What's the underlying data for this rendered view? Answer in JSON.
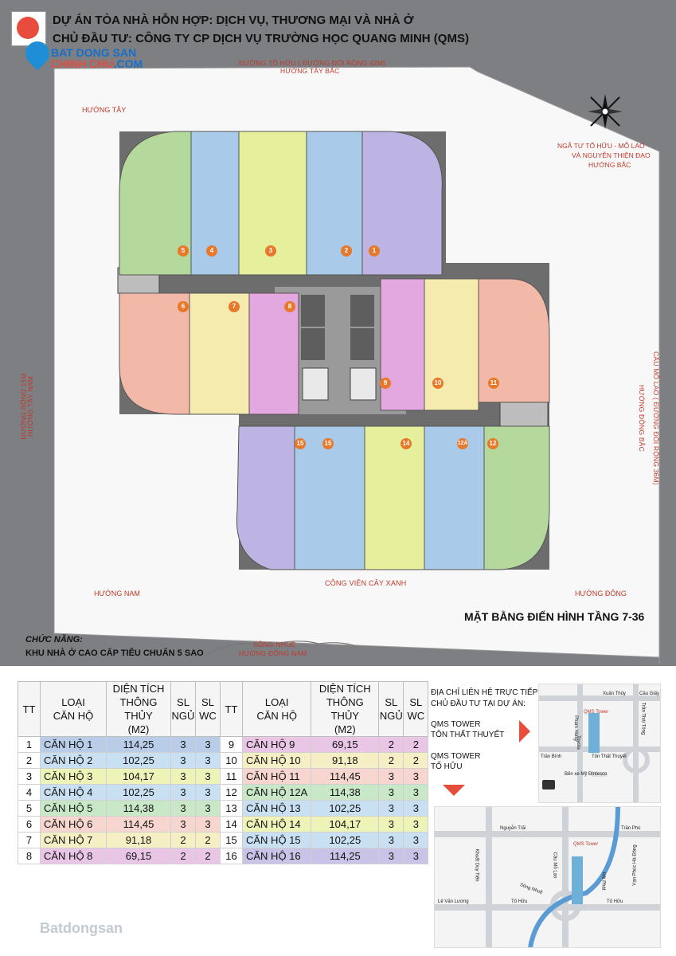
{
  "header": {
    "line1": "DỰ ÁN TÒA NHÀ HỖN HỢP: DỊCH VỤ, THƯƠNG MẠI VÀ NHÀ Ở",
    "line2": "CHỦ ĐẦU TƯ: CÔNG TY CP DỊCH VỤ TRƯỜNG HỌC QUANG MINH (QMS)",
    "logo_top": "BAT DONG SAN",
    "logo_bottom": "CHINH CHU",
    "logo_suffix": ".COM"
  },
  "site": {
    "road_north_1": "ĐƯỜNG TỐ HỮU ( ĐƯỜNG ĐỐI RỘNG 42M)",
    "road_north_2": "HƯỚNG TÂY BẮC",
    "dir_west": "HƯỚNG TÂY",
    "intersection_1": "NGÃ TƯ TỐ HỮU - MỖ LAO",
    "intersection_2": "VÀ NGUYỄN THIỆN ĐẠO",
    "intersection_3": "HƯỚNG BẮC",
    "road_west_1": "ĐƯỜNG RỘNG 15M",
    "road_west_2": "HƯỚNG TÂY NAM",
    "road_east_1": "CẦU MỖ LAO ( ĐƯỜNG ĐỐI RỘNG 36M)",
    "road_east_2": "HƯỚNG ĐÔNG BẮC",
    "park": "CÔNG VIÊN CÂY XANH",
    "dir_south": "HƯỚNG NAM",
    "dir_east": "HƯỚNG ĐÔNG",
    "river_1": "SÔNG NHUỆ",
    "river_2": "HƯỚNG ĐÔNG NAM",
    "floor_plan_title": "MẶT BẰNG ĐIỂN HÌNH TẦNG 7-36",
    "function_label": "CHỨC NĂNG:",
    "function_value": "KHU NHÀ Ở CAO CẤP TIÊU CHUẨN 5 SAO",
    "unit_numbers": [
      "1",
      "2",
      "3",
      "4",
      "5",
      "6",
      "7",
      "8",
      "9",
      "10",
      "11",
      "12",
      "12A",
      "14",
      "15",
      "15"
    ]
  },
  "table": {
    "headers": {
      "tt": "TT",
      "type_1": "LOẠI",
      "type_2": "CĂN HỘ",
      "area_1": "DIỆN TÍCH",
      "area_2": "THÔNG THỦY",
      "area_3": "(M2)",
      "beds_1": "SL",
      "beds_2": "NGỦ",
      "wc_1": "SL",
      "wc_2": "WC"
    },
    "left_rows": [
      {
        "tt": "1",
        "name": "CĂN HỘ 1",
        "area": "114,25",
        "beds": "3",
        "wc": "3",
        "color": "#b9cce8"
      },
      {
        "tt": "2",
        "name": "CĂN HỘ 2",
        "area": "102,25",
        "beds": "3",
        "wc": "3",
        "color": "#c8e0f2"
      },
      {
        "tt": "3",
        "name": "CĂN HỘ 3",
        "area": "104,17",
        "beds": "3",
        "wc": "3",
        "color": "#eef3b8"
      },
      {
        "tt": "4",
        "name": "CĂN HỘ 4",
        "area": "102,25",
        "beds": "3",
        "wc": "3",
        "color": "#c8e0f2"
      },
      {
        "tt": "5",
        "name": "CĂN HỘ 5",
        "area": "114,38",
        "beds": "3",
        "wc": "3",
        "color": "#c8e8c8"
      },
      {
        "tt": "6",
        "name": "CĂN HỘ 6",
        "area": "114,45",
        "beds": "3",
        "wc": "3",
        "color": "#f6d6cf"
      },
      {
        "tt": "7",
        "name": "CĂN HỘ 7",
        "area": "91,18",
        "beds": "2",
        "wc": "2",
        "color": "#f6efc6"
      },
      {
        "tt": "8",
        "name": "CĂN HỘ 8",
        "area": "69,15",
        "beds": "2",
        "wc": "2",
        "color": "#e9c6e6"
      }
    ],
    "right_rows": [
      {
        "tt": "9",
        "name": "CĂN HỘ 9",
        "area": "69,15",
        "beds": "2",
        "wc": "2",
        "color": "#e9c6e6"
      },
      {
        "tt": "10",
        "name": "CĂN HỘ 10",
        "area": "91,18",
        "beds": "2",
        "wc": "2",
        "color": "#f6efc6"
      },
      {
        "tt": "11",
        "name": "CĂN HỘ 11",
        "area": "114,45",
        "beds": "3",
        "wc": "3",
        "color": "#f6d6cf"
      },
      {
        "tt": "12",
        "name": "CĂN HỘ 12A",
        "area": "114,38",
        "beds": "3",
        "wc": "3",
        "color": "#c8e8c8"
      },
      {
        "tt": "13",
        "name": "CĂN HỘ 13",
        "area": "102,25",
        "beds": "3",
        "wc": "3",
        "color": "#c8e0f2"
      },
      {
        "tt": "14",
        "name": "CĂN HỘ 14",
        "area": "104,17",
        "beds": "3",
        "wc": "3",
        "color": "#eef3b8"
      },
      {
        "tt": "15",
        "name": "CĂN HỘ 15",
        "area": "102,25",
        "beds": "3",
        "wc": "3",
        "color": "#c8e0f2"
      },
      {
        "tt": "16",
        "name": "CĂN HỘ 16",
        "area": "114,25",
        "beds": "3",
        "wc": "3",
        "color": "#c9c3e8"
      }
    ]
  },
  "contact": {
    "line1": "ĐỊA CHỈ LIÊN HỆ TRỰC TIẾP",
    "line2": "CHỦ ĐẦU TƯ TẠI DỰ ÁN:",
    "office1_a": "QMS TOWER",
    "office1_b": "TÔN THẤT THUYẾT",
    "office2_a": "QMS TOWER",
    "office2_b": "TỐ HỮU"
  },
  "map1": {
    "xuan_thuy": "Xuân Thủy",
    "cau_giay": "Cầu Giấy",
    "tower": "QMS Tower",
    "pham_hung": "Phạm Hùng",
    "toyota": "Toyota",
    "ton_that_thuyet": "Tôn Thất Thuyết",
    "tran_binh": "Trần Bình",
    "ben_xe": "Bến xe Mỹ Đình",
    "intesco": "Intesco",
    "tran_thai_tong": "Trần Thái Tông"
  },
  "map2": {
    "nguyen_trai": "Nguyễn Trãi",
    "tran_phu": "Trần Phú",
    "tower": "QMS Tower",
    "song_nhue": "Sông Nhuệ",
    "khuat_duy_tien": "Khuất Duy Tiến",
    "cau_mo_lao": "Cầu Mỗ Lao",
    "van_phuc": "Vạn Phúc Hà Đông",
    "hai_phat": "Hải Phát",
    "le_van_luong": "Lê Văn Lương",
    "to_huu_left": "Tố Hữu",
    "to_huu_right": "Tố Hữu"
  },
  "watermark": "Batdongsan"
}
